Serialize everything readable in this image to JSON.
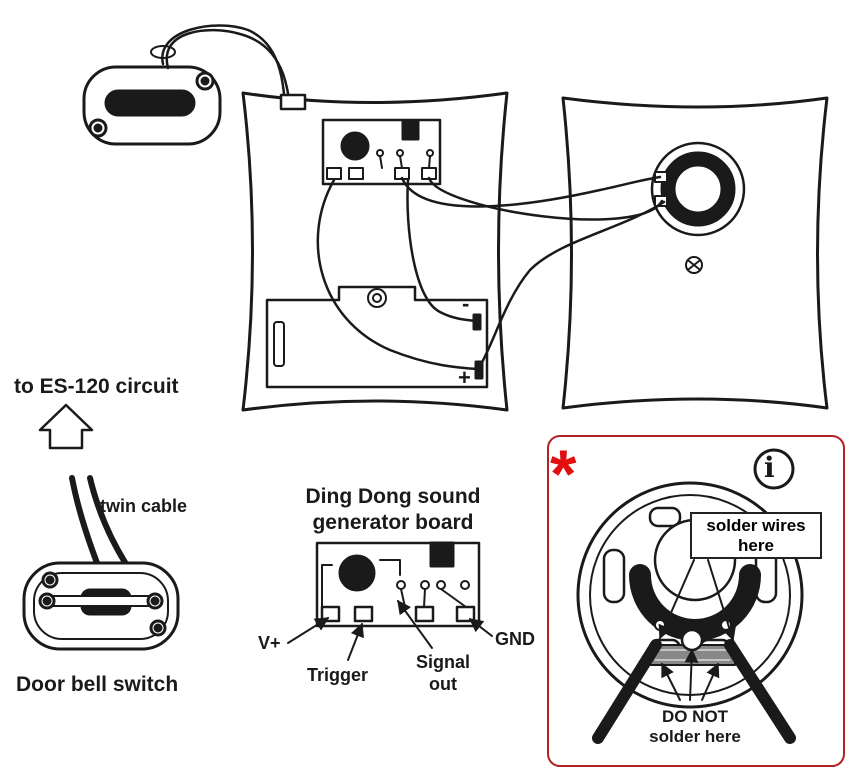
{
  "labels": {
    "to_circuit": "to ES-120 circuit",
    "twin_cable": "twin cable",
    "door_bell_switch": "Door bell switch",
    "board_title_line1": "Ding Dong sound",
    "board_title_line2": "generator board",
    "v_plus": "V+",
    "trigger": "Trigger",
    "signal_line1": "Signal",
    "signal_line2": "out",
    "gnd": "GND",
    "solder_line1": "solder wires",
    "solder_line2": "here",
    "donot_line1": "DO NOT",
    "donot_line2": "solder here",
    "battery_minus": "-",
    "battery_plus": "+"
  },
  "icons": {
    "asterisk": "*",
    "info": "i"
  },
  "colors": {
    "line": "#1a1a1a",
    "info_box_border": "#b22222",
    "asterisk": "#e01010"
  }
}
